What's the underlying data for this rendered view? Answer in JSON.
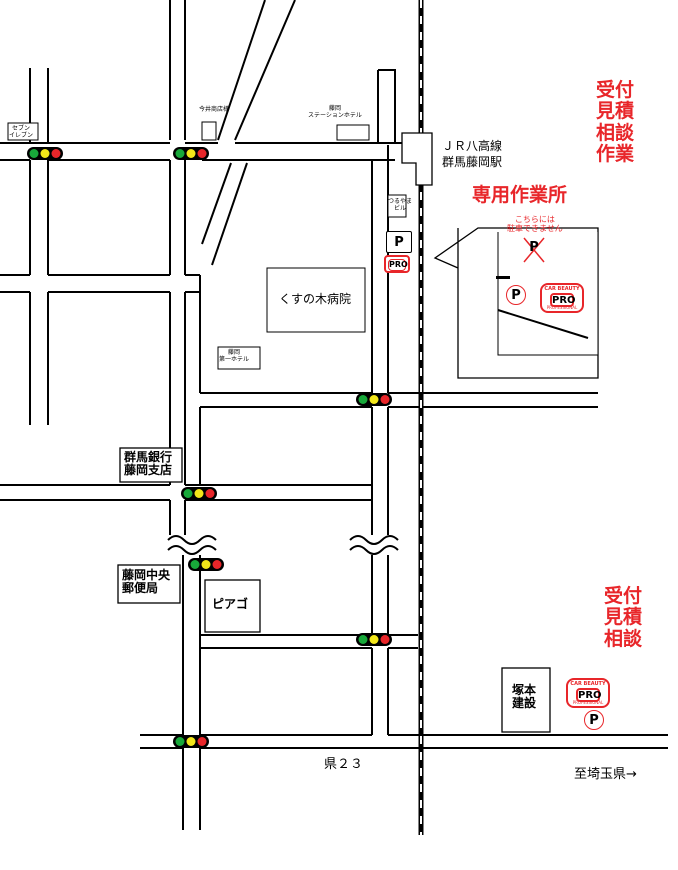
{
  "station": {
    "line": "ＪＲ八高線",
    "name": "群馬藤岡駅"
  },
  "labels": {
    "seven_eleven": "セブン\nイレブン",
    "imai": "今井商店様",
    "fujioka_station_hotel": "藤岡\nステーションホテル",
    "tsurumi_bldg": "つるやま\nビル",
    "kusunoki": "くすの木病院",
    "daiichi_hotel": "藤岡\n第一ホテル",
    "gunma_bank": "群馬銀行\n藤岡支店",
    "post_office": "藤岡中央\n郵便局",
    "piago": "ピアゴ",
    "tsukamoto": "塚本\n建設",
    "route": "県２３",
    "to_saitama": "至埼玉県→"
  },
  "workshop": {
    "title": "専用作業所",
    "no_parking_note": "こちらには\n駐車できません",
    "services": "受付\n見積\n相談\n作業"
  },
  "office": {
    "services": "受付\n見積\n相談"
  },
  "logo": {
    "top": "CAR BEAUTY",
    "main": "PRO",
    "bottom": "PROFESSIONAL"
  },
  "parking_symbol": "P",
  "colors": {
    "accent": "#e8262a",
    "signal_red": "#e8262a",
    "signal_yellow": "#f2e61a",
    "signal_green": "#18a83a"
  }
}
